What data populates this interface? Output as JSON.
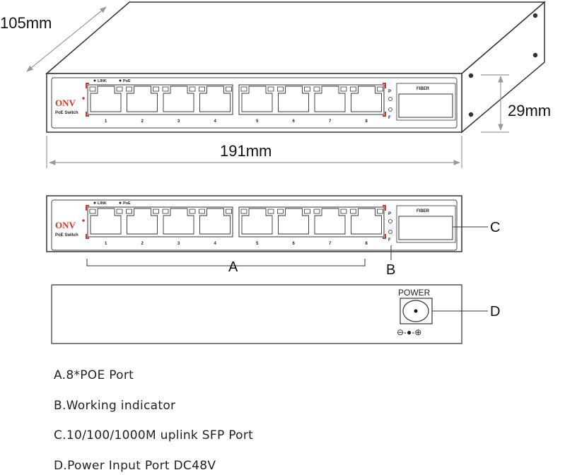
{
  "dimensions": {
    "depth": "105mm",
    "height": "29mm",
    "width": "191mm"
  },
  "panel": {
    "brand": "ONV",
    "model": "PoE Switch",
    "led_link": "LINK",
    "led_poe": "PoE",
    "port_numbers": [
      "1",
      "2",
      "3",
      "4",
      "5",
      "6",
      "7",
      "8"
    ],
    "indicator_p": "P",
    "indicator_f": "F",
    "fiber_label": "FIBER"
  },
  "callouts": {
    "a": "A",
    "b": "B",
    "c": "C",
    "d": "D"
  },
  "back_panel": {
    "power_label": "POWER",
    "polarity": "⊖-●-⊕"
  },
  "legend": [
    "A.8*POE Port",
    "B.Working indicator",
    "C.10/100/1000M uplink SFP Port",
    "D.Power Input Port DC48V"
  ],
  "colors": {
    "accent": "#e0301e",
    "line": "#333333",
    "dim_line": "#999999"
  }
}
